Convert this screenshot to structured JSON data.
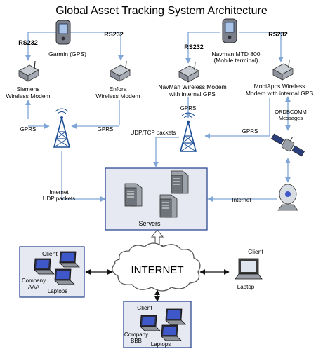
{
  "title": "Global Asset Tracking System Architecture",
  "left_cluster": {
    "device_name": "Garmin (GPS)",
    "rs232_left": "RS232",
    "rs232_right": "RS232",
    "modem_left": {
      "line1": "Siemens",
      "line2": "Wireless Modem"
    },
    "modem_right": {
      "line1": "Enfora",
      "line2": "Wireless Modem"
    },
    "gprs_left": "GPRS",
    "gprs_right": "GPRS",
    "internet_label": {
      "line1": "Internet",
      "line2": "UDP packets"
    }
  },
  "right_cluster": {
    "device_name": {
      "line1": "Navman MTD 800",
      "line2": "(Mobile terminal)"
    },
    "rs232_left": "RS232",
    "rs232_right": "RS232",
    "modem_left": {
      "line1": "NavMan Wireless Modem",
      "line2": "with internal GPS"
    },
    "modem_right": {
      "line1": "MobiApps Wireless",
      "line2": "Modem with internal GPS"
    },
    "gprs_tower": "GPRS",
    "gprs_right": "GPRS",
    "orbcomm": {
      "line1": "ORDBCOMM",
      "line2": "Messages"
    },
    "udp_tcp": "UDP/TCP packets",
    "internet_link": "Internet"
  },
  "servers_label": "Servers",
  "internet_cloud": "INTERNET",
  "client_left": {
    "title": "Client",
    "company": {
      "line1": "Company",
      "line2": "AAA"
    },
    "laptops": "Laptops"
  },
  "client_right": {
    "title": "Client",
    "laptop": "Laptop"
  },
  "client_bottom": {
    "title": "Client",
    "company": {
      "line1": "Company",
      "line2": "BBB"
    },
    "laptops": "Laptops"
  },
  "colors": {
    "line": "#7fa6d6",
    "box_fill": "#e6e9f1",
    "box_border": "#1e3c8c",
    "cloud_border": "#555555"
  }
}
